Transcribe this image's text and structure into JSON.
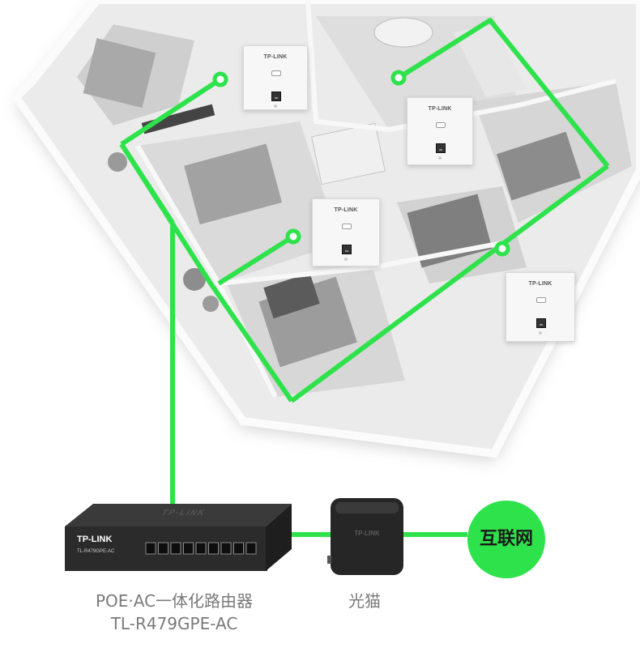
{
  "colors": {
    "cable": "#2ee24b",
    "floor": "#e4e4e4",
    "wall": "#fafafa",
    "device_dark": "#2b2b2b",
    "caption": "#7a7a7a",
    "internet_text": "#1a1a1a"
  },
  "access_points": [
    {
      "brand": "TP-LINK",
      "icon": "wall-plate-ap-icon"
    },
    {
      "brand": "TP-LINK",
      "icon": "wall-plate-ap-icon"
    },
    {
      "brand": "TP-LINK",
      "icon": "wall-plate-ap-icon"
    },
    {
      "brand": "TP-LINK",
      "icon": "wall-plate-ap-icon"
    }
  ],
  "router": {
    "brand": "TP-LINK",
    "top_brand": "TP-LINK",
    "model_small": "TL-R479GPE-AC",
    "caption_line1": "POE·AC一体化路由器",
    "caption_line2": "TL-R479GPE-AC",
    "icon": "poe-router-icon"
  },
  "modem": {
    "brand": "TP-LINK",
    "caption": "光猫",
    "icon": "optical-modem-icon"
  },
  "internet": {
    "label": "互联网",
    "icon": "internet-circle-icon"
  }
}
